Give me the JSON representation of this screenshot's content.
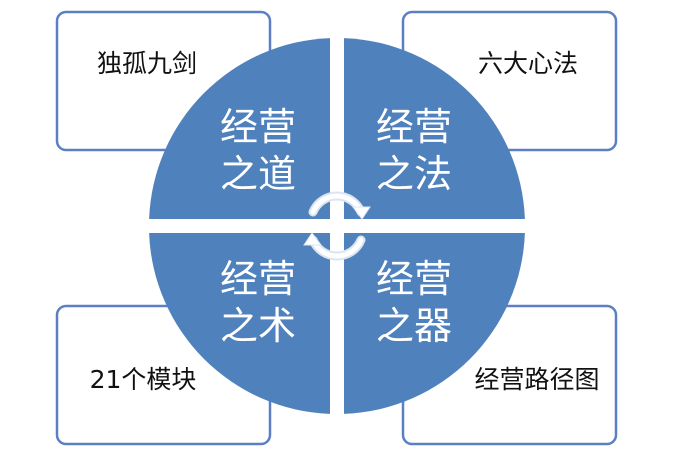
{
  "colors": {
    "quadrant_fill": "#4f81bd",
    "box_border": "#5b7fc4",
    "box_fill": "#ffffff",
    "box_text": "#111111",
    "quadrant_text": "#ffffff",
    "cycle_arrows": "#ffffff"
  },
  "quadrants": {
    "top_left": {
      "line1": "经营",
      "line2": "之道"
    },
    "top_right": {
      "line1": "经营",
      "line2": "之法"
    },
    "bottom_left": {
      "line1": "经营",
      "line2": "之术"
    },
    "bottom_right": {
      "line1": "经营",
      "line2": "之器"
    }
  },
  "corner_boxes": {
    "top_left": "独孤九剑",
    "top_right": "六大心法",
    "bottom_left": "21个模块",
    "bottom_right": "经营路径图"
  },
  "center_icon": "cycle-arrows-icon"
}
